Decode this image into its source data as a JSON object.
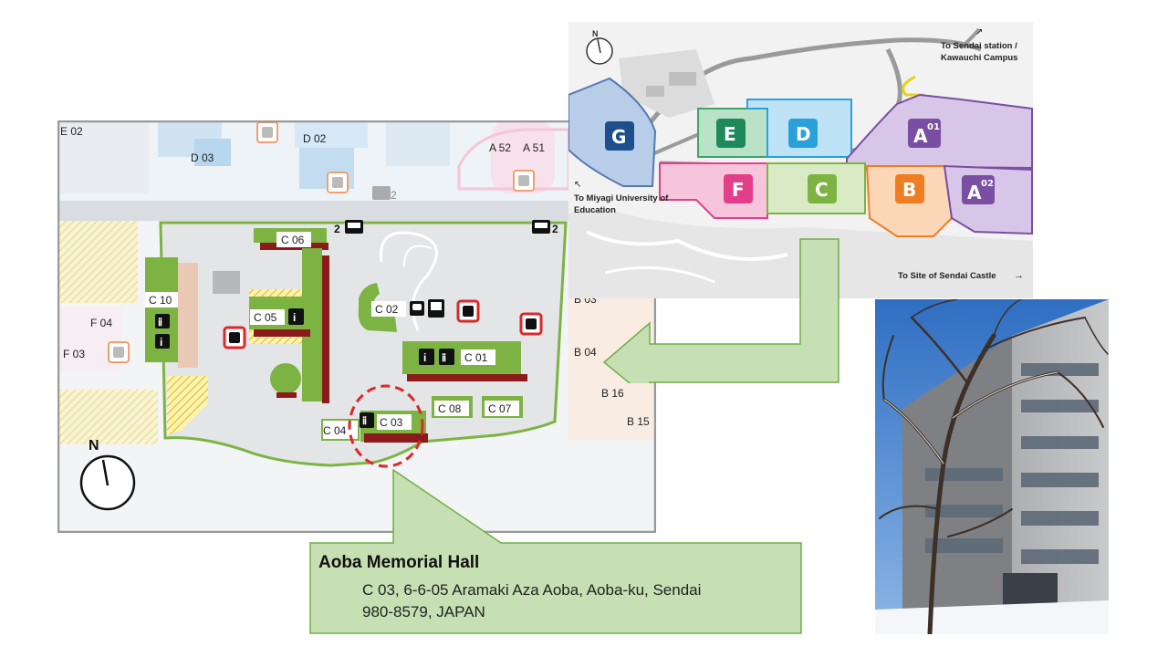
{
  "detail_map": {
    "buildings": {
      "c01": "C 01",
      "c02": "C 02",
      "c03": "C 03",
      "c04": "C 04",
      "c05": "C 05",
      "c06": "C 06",
      "c07": "C 07",
      "c08": "C 08",
      "c10": "C 10",
      "a51": "A 51",
      "a52": "A 52",
      "d02": "D 02",
      "d03": "D 03",
      "e02": "E 02",
      "f03": "F 03",
      "f04": "F 04",
      "b03": "B 03",
      "b04": "B 04",
      "b15": "B 15",
      "b16": "B 16"
    },
    "bus_stop_number": "2",
    "north": "N",
    "highlight_color": "#d9292b",
    "area_color": "#7cb342"
  },
  "overview_map": {
    "zones": [
      "G",
      "E",
      "D",
      "A",
      "F",
      "C",
      "B"
    ],
    "a01_sup": "01",
    "a02_sup": "02",
    "north": "N",
    "to_sendai_line1": "To Sendai station /",
    "to_sendai_line2": "Kawauchi Campus",
    "to_miyagi_line1": "To Miyagi University of",
    "to_miyagi_line2": "Education",
    "to_castle": "To Site of Sendai Castle",
    "zone_colors": {
      "G": "#1f4e8c",
      "E": "#1e8a5a",
      "D": "#2ba1dc",
      "A": "#7a4fa3",
      "F": "#e23e8a",
      "C": "#7cb342",
      "B": "#ef7d22"
    }
  },
  "callout": {
    "title": "Aoba Memorial Hall",
    "address_line1": "C 03, 6-6-05 Aramaki Aza Aoba, Aoba-ku, Sendai",
    "address_line2": "980-8579, JAPAN",
    "fill_color": "#c6e0b4",
    "border_color": "#70ad47"
  },
  "photo": {
    "alt_caption": ""
  }
}
